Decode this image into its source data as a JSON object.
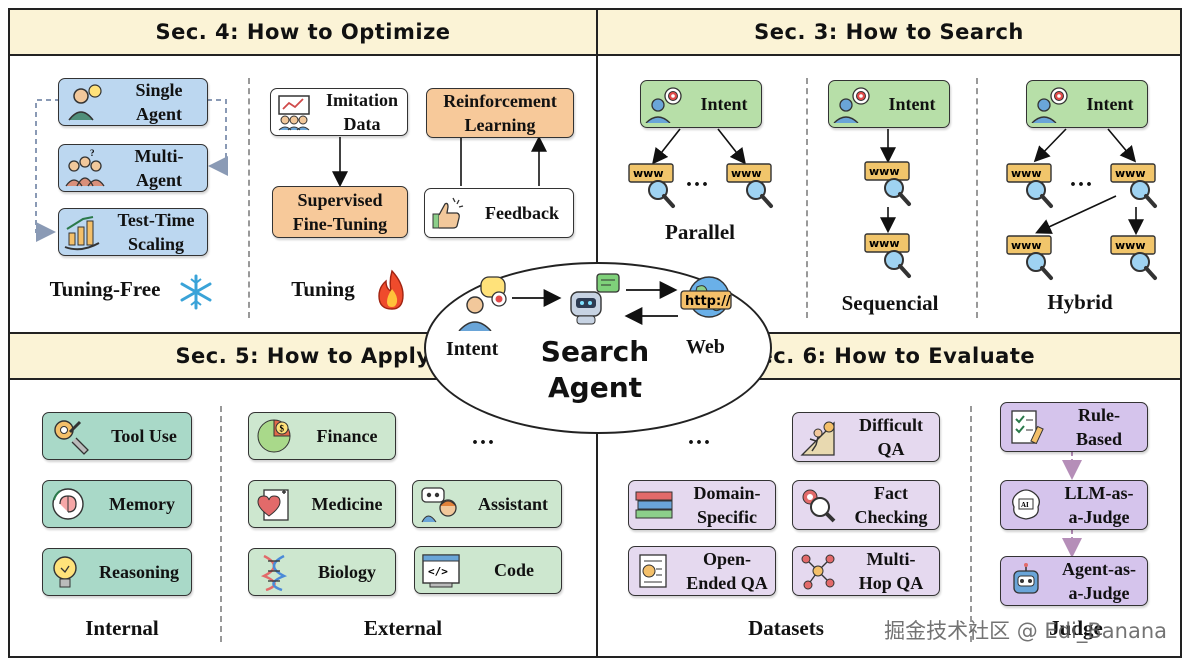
{
  "sections": {
    "optimize": {
      "title": "Sec. 4: How to Optimize",
      "tuning_free": {
        "items": [
          "Single\nAgent",
          "Multi-\nAgent",
          "Test-Time\nScaling"
        ],
        "caption": "Tuning-Free"
      },
      "tuning": {
        "imitation": "Imitation\nData",
        "sft": "Supervised\nFine-Tuning",
        "rl": "Reinforcement\nLearning",
        "feedback": "Feedback",
        "caption": "Tuning"
      }
    },
    "search": {
      "title": "Sec. 3: How to Search",
      "intent_label": "Intent",
      "www_label": "www",
      "ellipsis": "...",
      "parallel": "Parallel",
      "sequential": "Sequencial",
      "hybrid": "Hybrid"
    },
    "apply": {
      "title": "Sec. 5: How to Apply",
      "internal": [
        "Tool Use",
        "Memory",
        "Reasoning"
      ],
      "internal_caption": "Internal",
      "external": [
        "Finance",
        "Medicine",
        "Assistant",
        "Biology",
        "Code"
      ],
      "ellipsis": "...",
      "external_caption": "External"
    },
    "evaluate": {
      "title": "Sec. 6: How to Evaluate",
      "ellipsis": "...",
      "datasets": [
        "Difficult\nQA",
        "Domain-\nSpecific",
        "Fact\nChecking",
        "Open-\nEnded QA",
        "Multi-\nHop QA"
      ],
      "datasets_caption": "Datasets",
      "judges": [
        "Rule-\nBased",
        "LLM-as-\na-Judge",
        "Agent-as-\na-Judge"
      ],
      "judges_caption": "Judge"
    }
  },
  "center": {
    "title": "Search\nAgent",
    "intent": "Intent",
    "web": "Web",
    "url": "http://"
  },
  "watermark": "掘金技术社区 @ Edi_Banana",
  "colors": {
    "header": "#fbf3d6",
    "blue": "#bcd7f0",
    "orange": "#f7c99a",
    "green": "#b7dfa8",
    "teal": "#a9d9c8",
    "purple": "#e5d9ef",
    "violet": "#d5c4ec",
    "www": "#f1c56b"
  },
  "icons": [
    "user-icon",
    "bulb-icon",
    "team-icon",
    "growth-icon",
    "presentation-icon",
    "thumbs-icon",
    "target-icon",
    "www-icon",
    "magnifier-icon",
    "fire-icon",
    "snowflake-icon",
    "robot-icon",
    "globe-icon",
    "chat-icon",
    "tools-icon",
    "brain-icon",
    "finance-icon",
    "medicine-icon",
    "dna-icon",
    "code-icon",
    "books-icon",
    "checklist-icon",
    "network-icon"
  ]
}
